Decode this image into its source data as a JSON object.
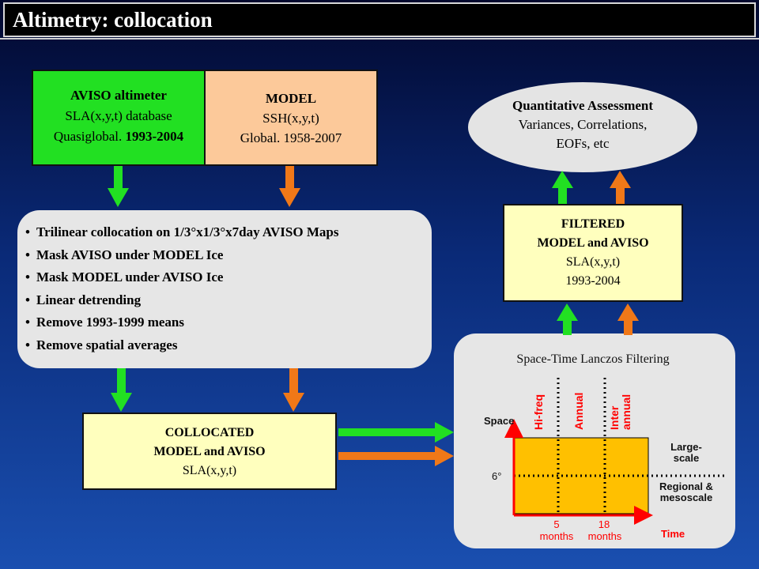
{
  "header": {
    "title": "Altimetry: collocation"
  },
  "aviso_box": {
    "title": "AVISO altimeter",
    "line2": "SLA(x,y,t) database",
    "line3_prefix": "Quasiglobal. ",
    "line3_years": "1993-2004"
  },
  "model_box": {
    "title": "MODEL",
    "line2": "SSH(x,y,t)",
    "line3": "Global. 1958-2007"
  },
  "processing_steps": [
    "Trilinear collocation on 1/3°x1/3°x7day AVISO Maps",
    "Mask AVISO under MODEL Ice",
    "Mask MODEL under AVISO Ice",
    "Linear detrending",
    "Remove 1993-1999 means",
    "Remove spatial averages"
  ],
  "collocated_box": {
    "line1": "COLLOCATED",
    "line2": "MODEL and AVISO",
    "line3": "SLA(x,y,t)"
  },
  "assessment": {
    "title": "Quantitative Assessment",
    "line2": "Variances, Correlations,",
    "line3": "EOFs, etc"
  },
  "filtered_box": {
    "line1": "FILTERED",
    "line2": "MODEL and AVISO",
    "line3": "SLA(x,y,t)",
    "line4": "1993-2004"
  },
  "lanczos": {
    "title": "Space-Time Lanczos Filtering",
    "space_label": "Space",
    "time_label": "Time",
    "six_deg": "6°",
    "hi_freq": "Hi-freq",
    "annual": "Annual",
    "inter_annual_1": "Inter",
    "inter_annual_2": "annual",
    "large_scale_1": "Large-",
    "large_scale_2": "scale",
    "regional_1": "Regional &",
    "regional_2": "mesoscale",
    "tick_5": "5",
    "tick_18": "18",
    "months_1": "months",
    "months_2": "months"
  },
  "colors": {
    "green_arrow": "#22e022",
    "orange_arrow": "#f07818",
    "aviso_fill": "#22e022",
    "model_fill": "#fcc99a",
    "yellow_box": "#ffffbe",
    "plot_fill": "#ffc000",
    "axis_red": "#ff0000",
    "label_red": "#ff0000"
  }
}
